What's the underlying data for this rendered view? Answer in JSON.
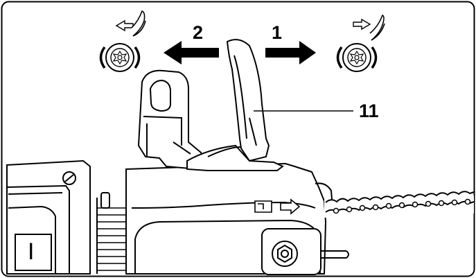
{
  "labels": {
    "direction_right": "1",
    "direction_left": "2",
    "brake_lever_callout": "11",
    "power_switch": "I"
  },
  "icons": {
    "brake_left_symbol": "chain-brake-disengaged-icon",
    "brake_right_symbol": "chain-brake-engaged-icon",
    "chain_direction_symbol": "chain-direction-icon"
  },
  "colors": {
    "ink": "#000000",
    "paper": "#ffffff"
  }
}
